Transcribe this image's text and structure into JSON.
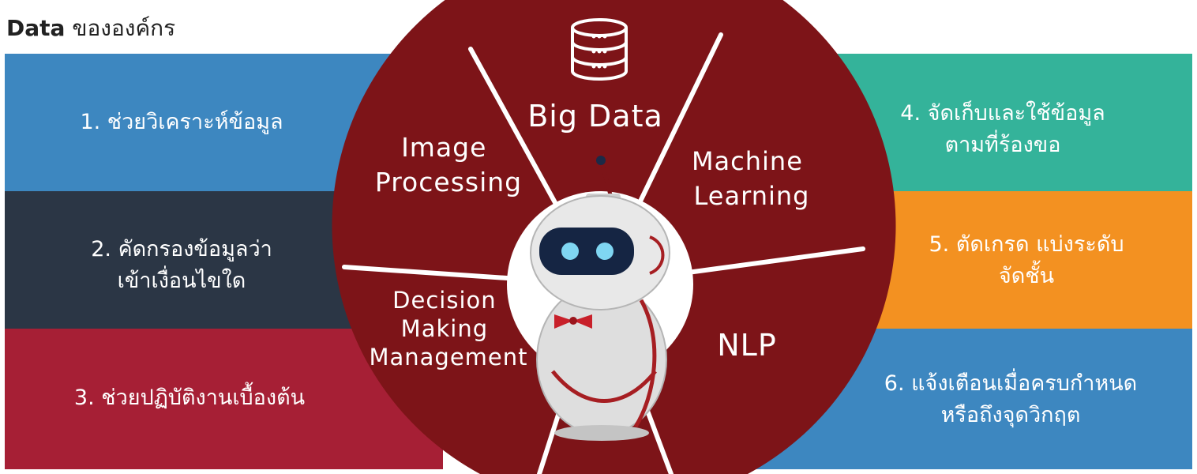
{
  "title": {
    "bold": "Data",
    "rest": "ขององค์กร"
  },
  "left_items": [
    {
      "text": "1. ช่วยวิเคราะห์ข้อมูล",
      "color": "#3d87c0"
    },
    {
      "text": "2. คัดกรองข้อมูลว่า\nเข้าเงื่อนไขใด",
      "color": "#2b3645"
    },
    {
      "text": "3. ช่วยปฏิบัติงานเบื้องต้น",
      "color": "#a61f35"
    }
  ],
  "right_items": [
    {
      "text": "4. จัดเก็บและใช้ข้อมูล\nตามที่ร้องขอ",
      "color": "#34b39a"
    },
    {
      "text": "5. ตัดเกรด แบ่งระดับ\nจัดชั้น",
      "color": "#f39121"
    },
    {
      "text": "6. แจ้งเตือนเมื่อครบกำหนด\nหรือถึงจุดวิกฤต",
      "color": "#3d87c0"
    }
  ],
  "segments": {
    "big_data": "Big Data",
    "image_processing": "Image\nProcessing",
    "machine_learning": "Machine\nLearning",
    "decision_making": "Decision\nMaking\nManagement",
    "nlp": "NLP"
  },
  "colors": {
    "segment": "#7d1418",
    "divider": "#ffffff",
    "robot_body": "#e2e2e2",
    "robot_accent": "#a61e22",
    "visor": "#152543",
    "eyes": "#7fd6f2"
  },
  "icons": [
    "database-icon",
    "robot-mascot"
  ]
}
